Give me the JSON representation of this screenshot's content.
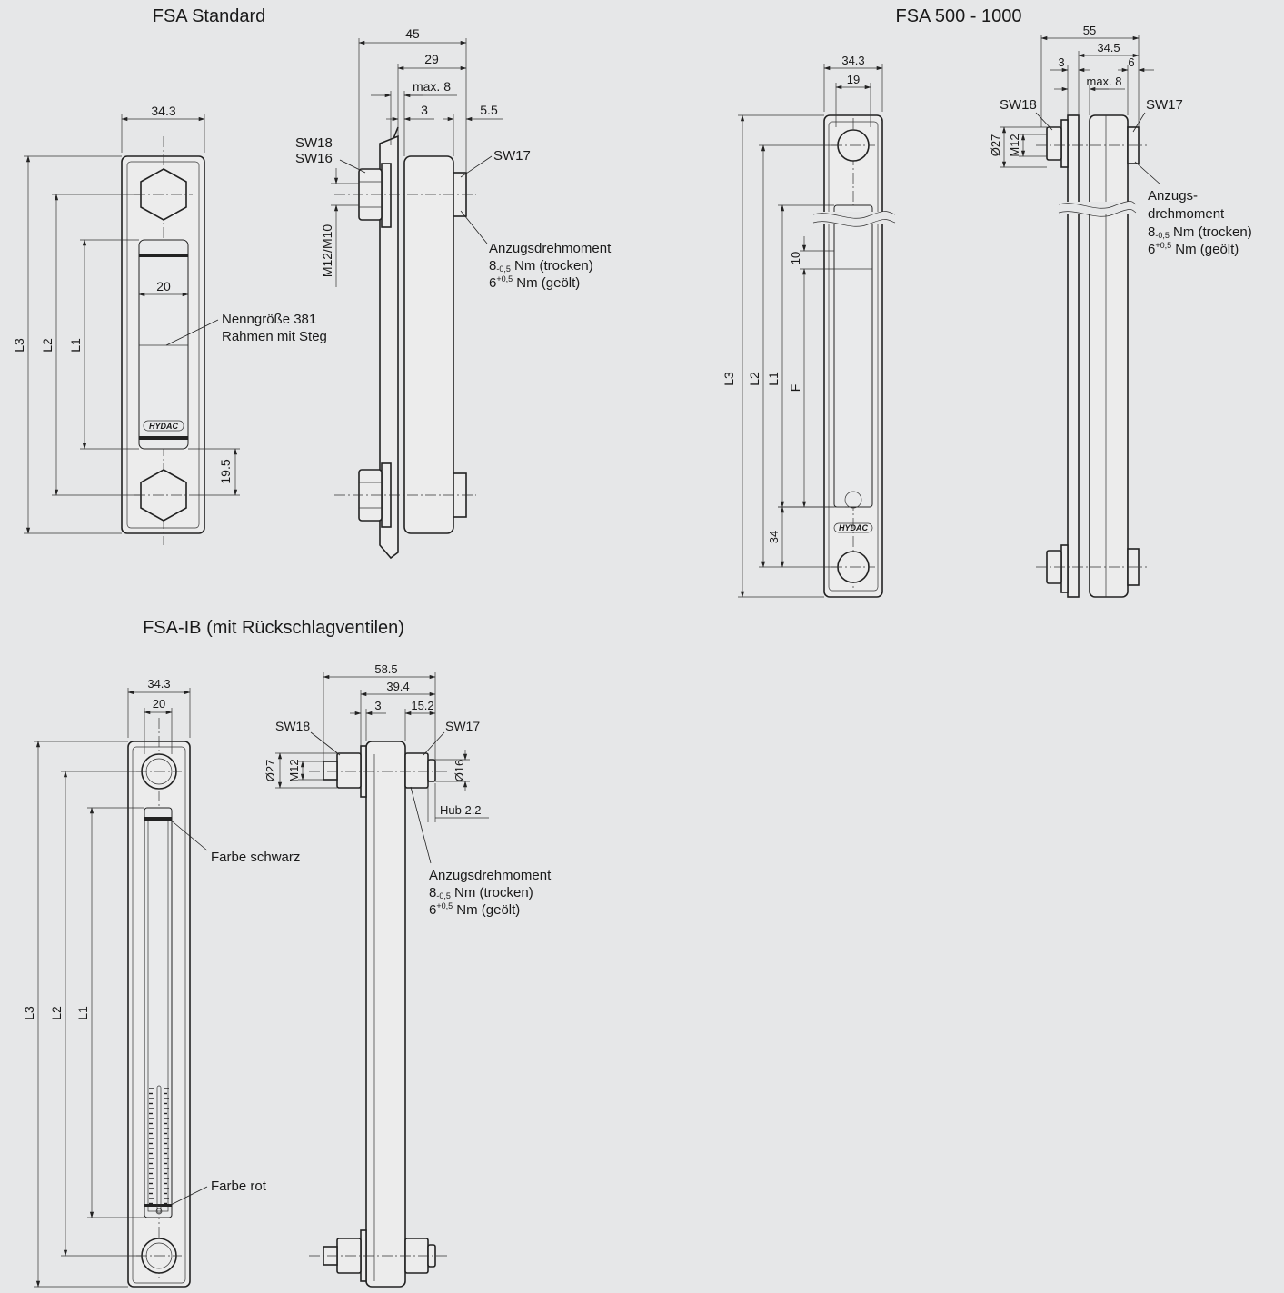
{
  "titles": {
    "fsa_standard": "FSA Standard",
    "fsa_500_1000": "FSA 500 - 1000",
    "fsa_ib": "FSA-IB (mit Rückschlagventilen)"
  },
  "fsa_standard": {
    "front": {
      "width": "34.3",
      "window": "20",
      "offset": "19.5",
      "l3": "L3",
      "l2": "L2",
      "l1": "L1",
      "logo": "HYDAC"
    },
    "note_size": [
      "Nenngröße 381",
      "Rahmen mit Steg"
    ],
    "side": {
      "d45": "45",
      "d29": "29",
      "dmax8": "max. 8",
      "d3": "3",
      "d55": "5.5",
      "sw18": "SW18",
      "sw16": "SW16",
      "sw17": "SW17",
      "thread": "M12/M10"
    },
    "torque": {
      "title": "Anzugsdrehmoment",
      "dry_value": "8",
      "dry_tol": "-0,5",
      "dry_text": " Nm (trocken)",
      "oil_value": "6",
      "oil_tol": "+0,5",
      "oil_text": " Nm (geölt)"
    }
  },
  "fsa_500": {
    "front": {
      "width": "34.3",
      "inner": "19",
      "l3": "L3",
      "l2": "L2",
      "l1": "L1",
      "f": "F",
      "d10": "10",
      "d34": "34",
      "logo": "HYDAC"
    },
    "side": {
      "d55": "55",
      "d345": "34.5",
      "d3": "3",
      "dmax8": "max. 8",
      "d6": "6",
      "sw18": "SW18",
      "sw17": "SW17",
      "dia27": "Ø27",
      "m12": "M12"
    },
    "torque": {
      "title1": "Anzugs-",
      "title2": "drehmoment",
      "dry_value": "8",
      "dry_tol": "-0,5",
      "dry_text": " Nm (trocken)",
      "oil_value": "6",
      "oil_tol": "+0,5",
      "oil_text": " Nm (geölt)"
    }
  },
  "fsa_ib": {
    "front": {
      "width": "34.3",
      "inner": "20",
      "l3": "L3",
      "l2": "L2",
      "l1": "L1",
      "black": "Farbe schwarz",
      "red": "Farbe rot"
    },
    "side": {
      "d585": "58.5",
      "d394": "39.4",
      "d3": "3",
      "d152": "15.2",
      "sw18": "SW18",
      "sw17": "SW17",
      "dia27": "Ø27",
      "m12": "M12",
      "dia16": "Ø16",
      "hub": "Hub 2.2"
    },
    "torque": {
      "title": "Anzugsdrehmoment",
      "dry_value": "8",
      "dry_tol": "-0,5",
      "dry_text": " Nm (trocken)",
      "oil_value": "6",
      "oil_tol": "+0,5",
      "oil_text": " Nm (geölt)"
    }
  },
  "colors": {
    "background": "#e6e7e8",
    "line": "#222222"
  }
}
